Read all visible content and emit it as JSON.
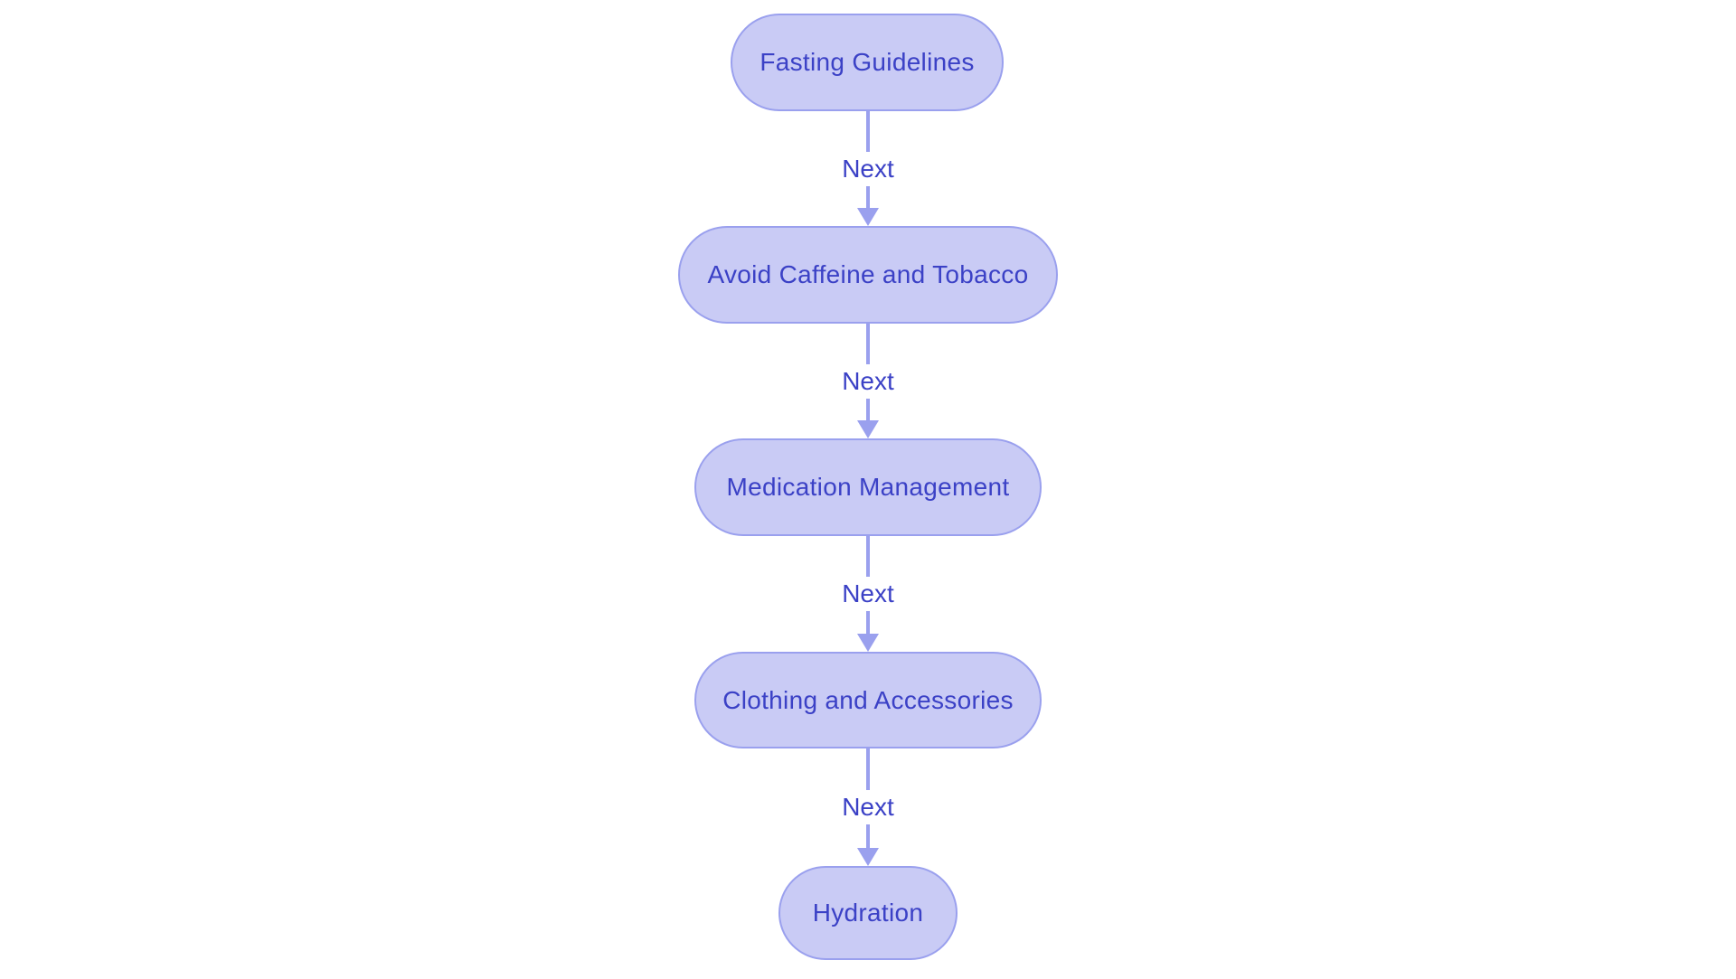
{
  "diagram": {
    "type": "flowchart",
    "direction": "top-down",
    "nodes": [
      {
        "id": "fasting-guidelines",
        "label": "Fasting Guidelines"
      },
      {
        "id": "avoid-caffeine-and-tobacco",
        "label": "Avoid Caffeine and Tobacco"
      },
      {
        "id": "medication-management",
        "label": "Medication Management"
      },
      {
        "id": "clothing-and-accessories",
        "label": "Clothing and Accessories"
      },
      {
        "id": "hydration",
        "label": "Hydration"
      }
    ],
    "edges": [
      {
        "from": "Fasting Guidelines",
        "to": "Avoid Caffeine and Tobacco",
        "label": "Next"
      },
      {
        "from": "Avoid Caffeine and Tobacco",
        "to": "Medication Management",
        "label": "Next"
      },
      {
        "from": "Medication Management",
        "to": "Clothing and Accessories",
        "label": "Next"
      },
      {
        "from": "Clothing and Accessories",
        "to": "Hydration",
        "label": "Next"
      }
    ],
    "colors": {
      "background": "#ffffff",
      "node_fill": "#c9cbf5",
      "node_border": "#9aa0ee",
      "node_text": "#3b41c6",
      "arrow": "#9aa0ee",
      "edge_label_text": "#3b41c6"
    }
  }
}
